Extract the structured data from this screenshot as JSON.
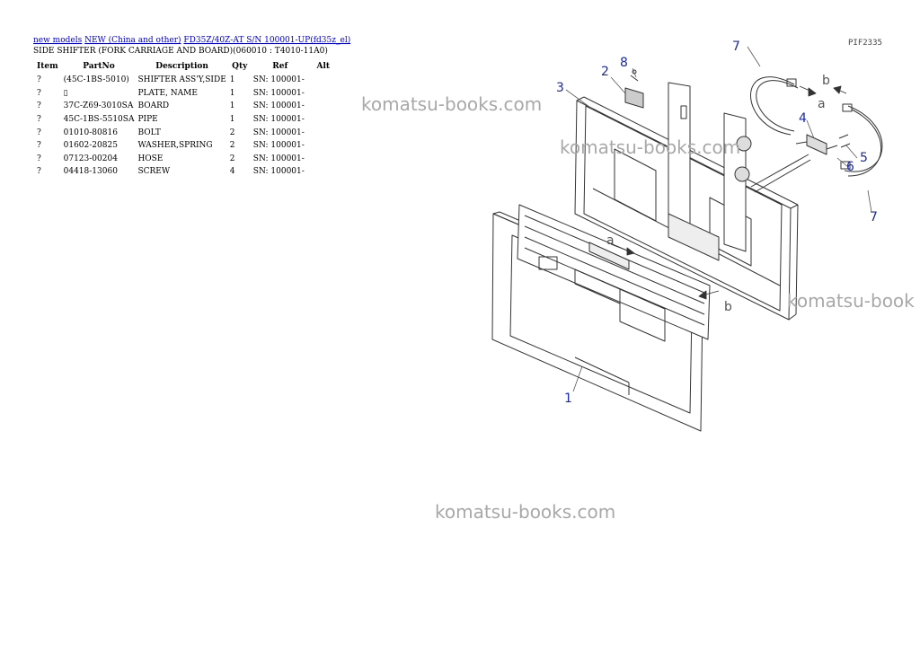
{
  "breadcrumb": {
    "new_models": "new models",
    "region": "NEW (China and other)",
    "model": "FD35Z/40Z-AT S/N 100001-UP(fd35z_el)"
  },
  "page_title": "SIDE SHIFTER (FORK CARRIAGE AND BOARD)(060010 : T4010-11A0)",
  "table": {
    "headers": [
      "Item",
      "PartNo",
      "Description",
      "Qty",
      "Ref",
      "Alt"
    ],
    "rows": [
      {
        "item": "?",
        "part": "(45C-1BS-5010)",
        "desc": "SHIFTER ASS'Y,SIDE",
        "qty": "1",
        "ref": "SN: 100001-",
        "alt": ""
      },
      {
        "item": "?",
        "part": "▯",
        "desc": "PLATE, NAME",
        "qty": "1",
        "ref": "SN: 100001-",
        "alt": ""
      },
      {
        "item": "?",
        "part": "37C-Z69-3010SA",
        "desc": "BOARD",
        "qty": "1",
        "ref": "SN: 100001-",
        "alt": ""
      },
      {
        "item": "?",
        "part": "45C-1BS-5510SA",
        "desc": "PIPE",
        "qty": "1",
        "ref": "SN: 100001-",
        "alt": ""
      },
      {
        "item": "?",
        "part": "01010-80816",
        "desc": "BOLT",
        "qty": "2",
        "ref": "SN: 100001-",
        "alt": ""
      },
      {
        "item": "?",
        "part": "01602-20825",
        "desc": "WASHER,SPRING",
        "qty": "2",
        "ref": "SN: 100001-",
        "alt": ""
      },
      {
        "item": "?",
        "part": "07123-00204",
        "desc": "HOSE",
        "qty": "2",
        "ref": "SN: 100001-",
        "alt": ""
      },
      {
        "item": "?",
        "part": "04418-13060",
        "desc": "SCREW",
        "qty": "4",
        "ref": "SN: 100001-",
        "alt": ""
      }
    ]
  },
  "diagram": {
    "figure_id": "PIF2335",
    "callouts": {
      "c1": "1",
      "c2": "2",
      "c3": "3",
      "c4": "4",
      "c5": "5",
      "c6": "6",
      "c7a": "7",
      "c7b": "7",
      "c8": "8"
    },
    "refs": {
      "a1": "a",
      "a2": "a",
      "b1": "b",
      "b2": "b"
    }
  },
  "watermarks": {
    "w1": "komatsu-books.com",
    "w2": "komatsu-books.com",
    "w3": "komatsu-book",
    "w4": "komatsu-books.com"
  },
  "colors": {
    "link": "#0000cc",
    "callout": "#1a2aa8",
    "watermark": "#a8a8a8"
  }
}
